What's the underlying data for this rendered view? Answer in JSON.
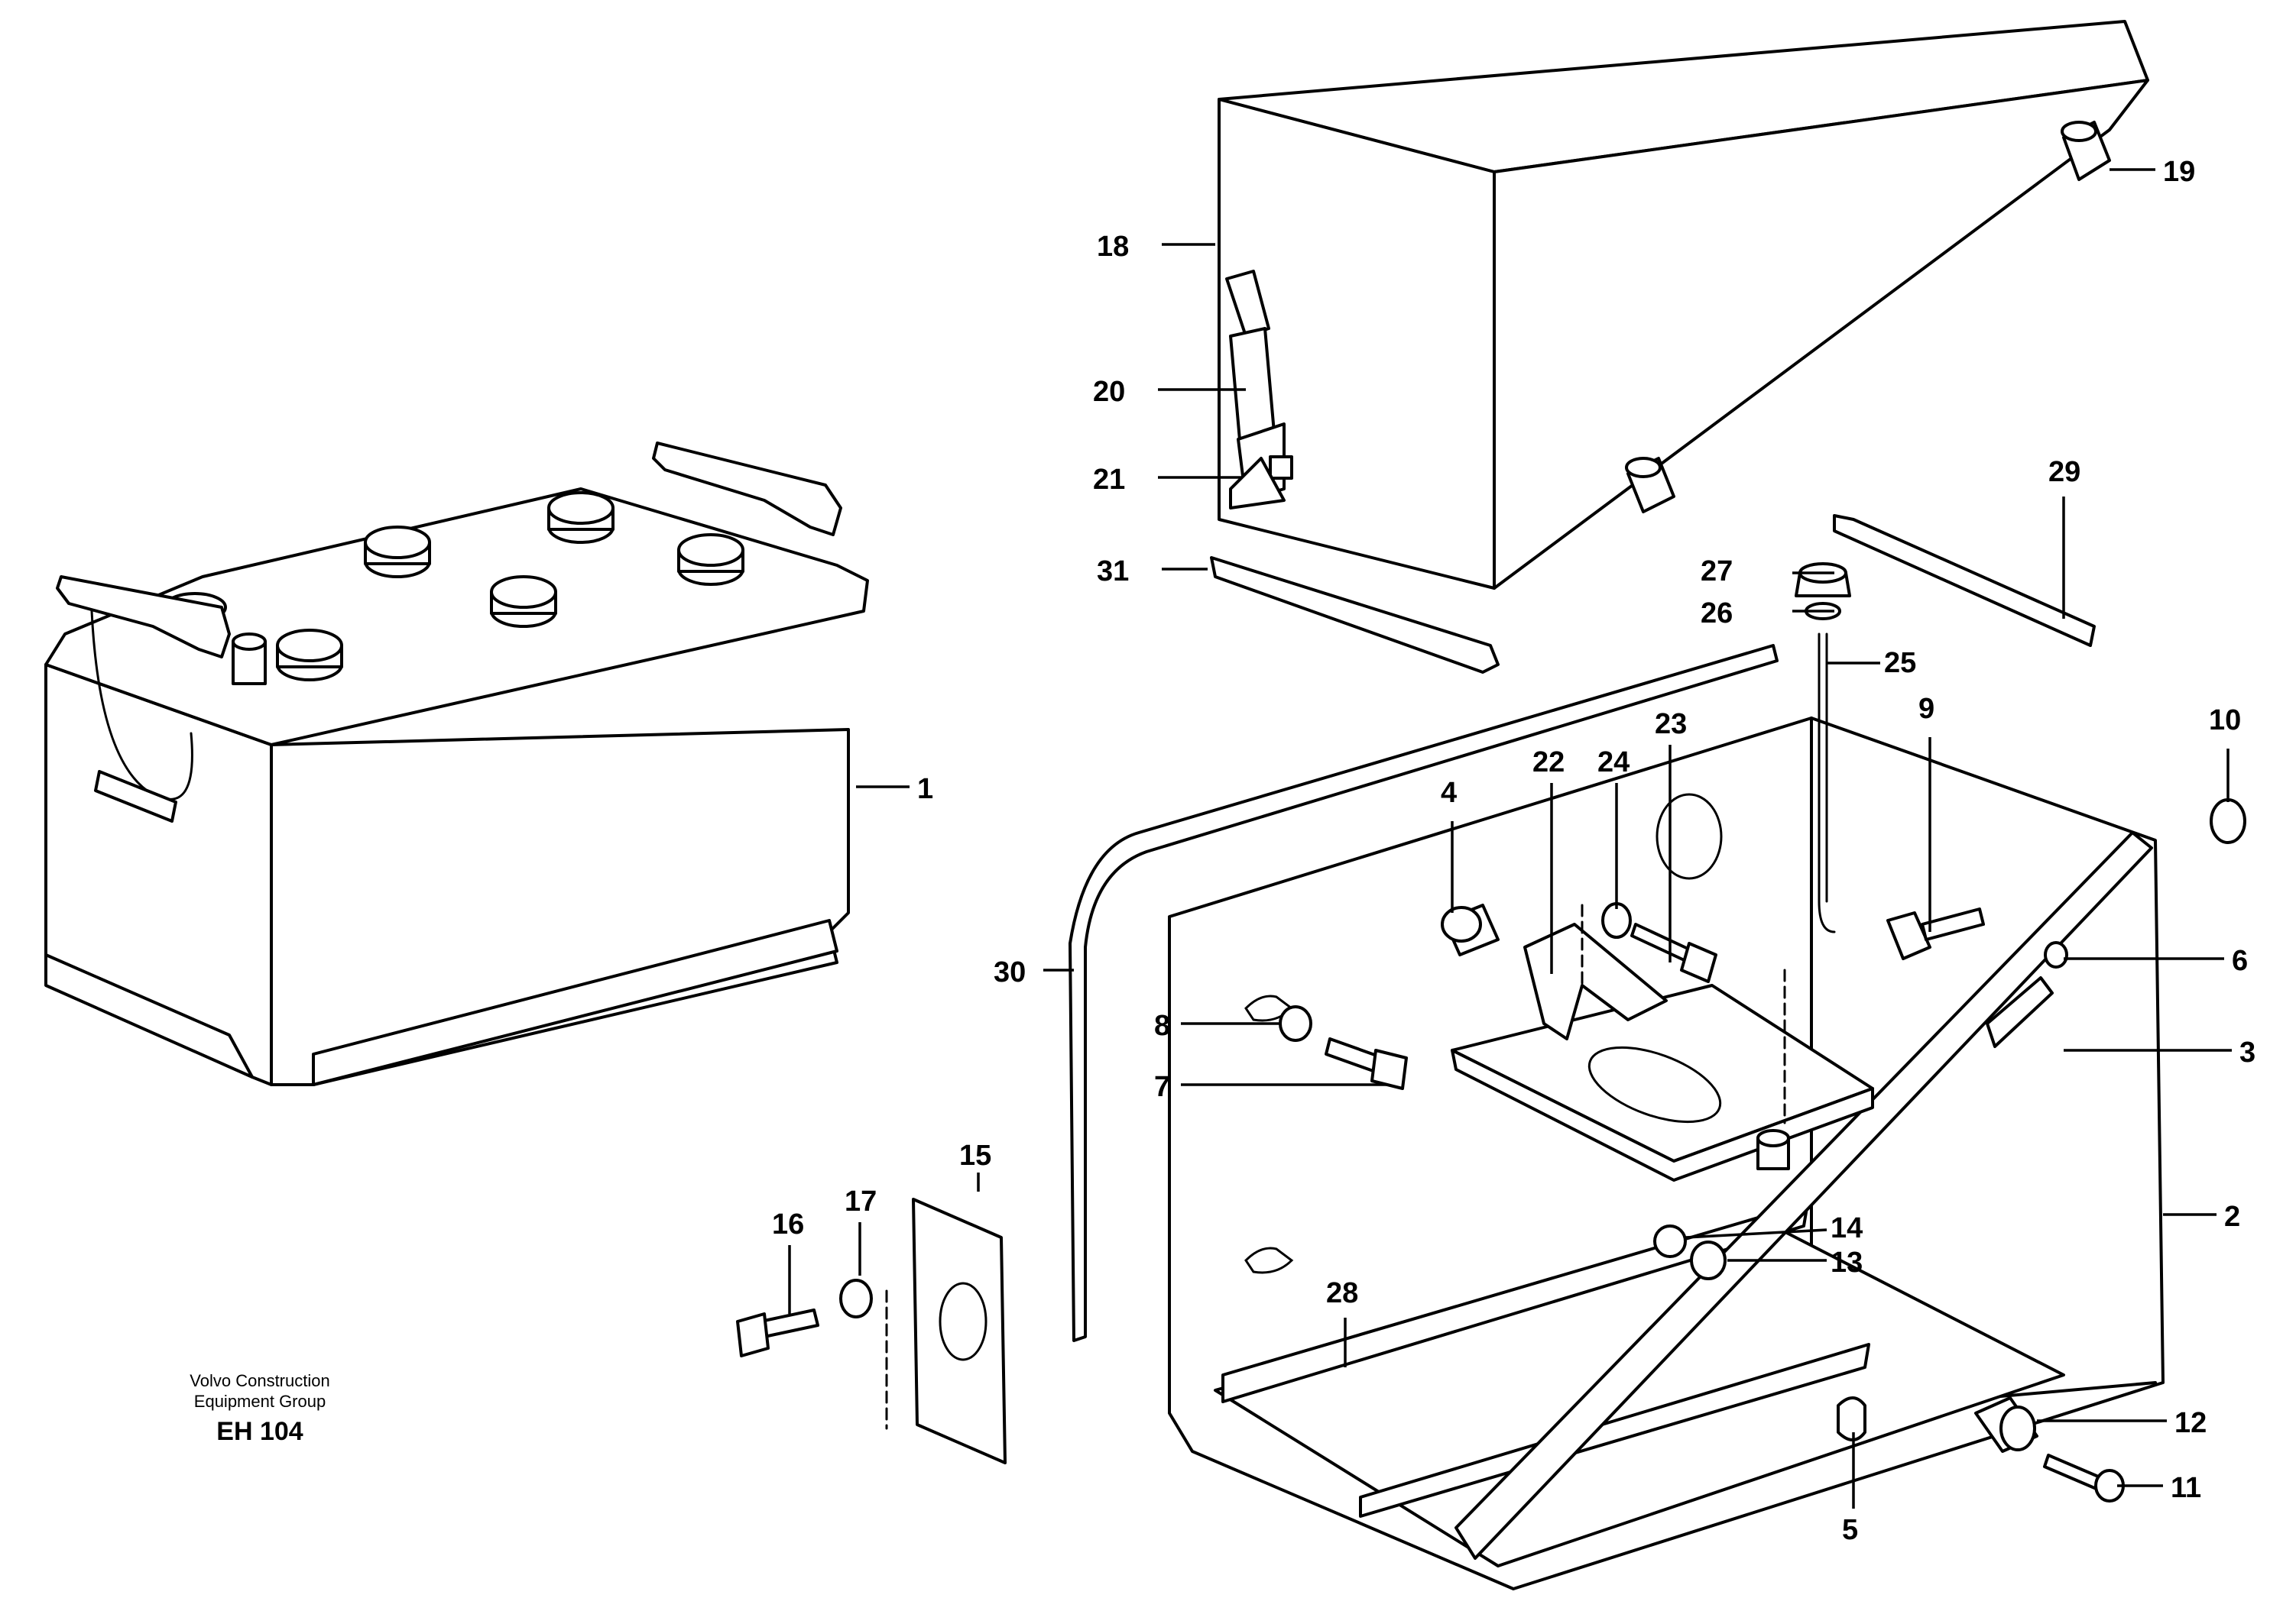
{
  "caption": {
    "line1": "Volvo Construction",
    "line2": "Equipment Group",
    "code": "EH 104"
  },
  "callouts": {
    "c1": "1",
    "c2": "2",
    "c3": "3",
    "c4": "4",
    "c5": "5",
    "c6": "6",
    "c7": "7",
    "c8": "8",
    "c9": "9",
    "c10": "10",
    "c11": "11",
    "c12": "12",
    "c13": "13",
    "c14": "14",
    "c15": "15",
    "c16": "16",
    "c17": "17",
    "c18": "18",
    "c19": "19",
    "c20": "20",
    "c21": "21",
    "c22": "22",
    "c23": "23",
    "c24": "24",
    "c25": "25",
    "c26": "26",
    "c27": "27",
    "c28": "28",
    "c29": "29",
    "c30": "30",
    "c31": "31"
  }
}
